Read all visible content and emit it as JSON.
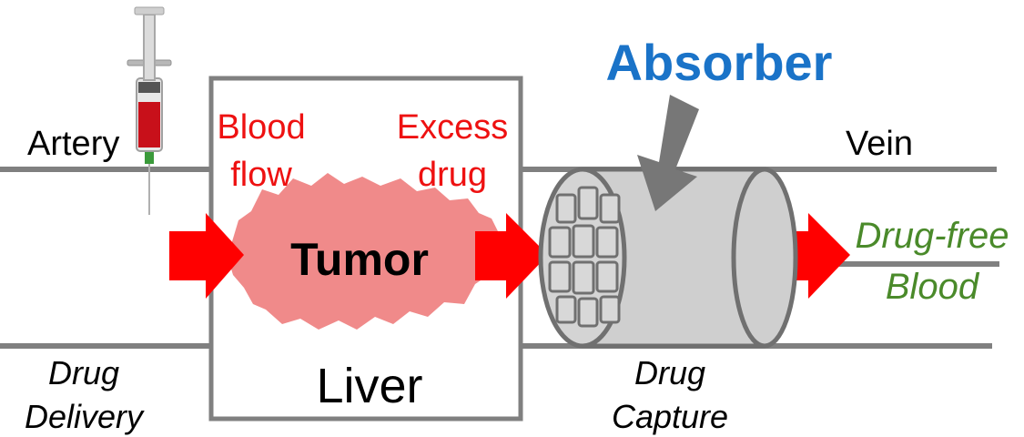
{
  "labels": {
    "absorber": "Absorber",
    "artery": "Artery",
    "vein": "Vein",
    "blood_flow_line1": "Blood",
    "blood_flow_line2": "flow",
    "excess_drug_line1": "Excess",
    "excess_drug_line2": "drug",
    "tumor": "Tumor",
    "liver": "Liver",
    "drug_delivery_line1": "Drug",
    "drug_delivery_line2": "Delivery",
    "drug_capture_line1": "Drug",
    "drug_capture_line2": "Capture",
    "drug_free_line1": "Drug-free",
    "drug_free_line2": "Blood"
  },
  "colors": {
    "absorber": "#1a73c8",
    "red_text": "#ee1111",
    "arrow": "#ff0000",
    "green_text": "#4a8a2a",
    "vessel": "#808080",
    "tumor": "#f08a8a",
    "cylinder_fill": "#cfcfcf",
    "cylinder_stroke": "#707070",
    "pointer_arrow": "#777777",
    "text": "#000000"
  },
  "icons": {
    "syringe": "syringe-icon"
  }
}
